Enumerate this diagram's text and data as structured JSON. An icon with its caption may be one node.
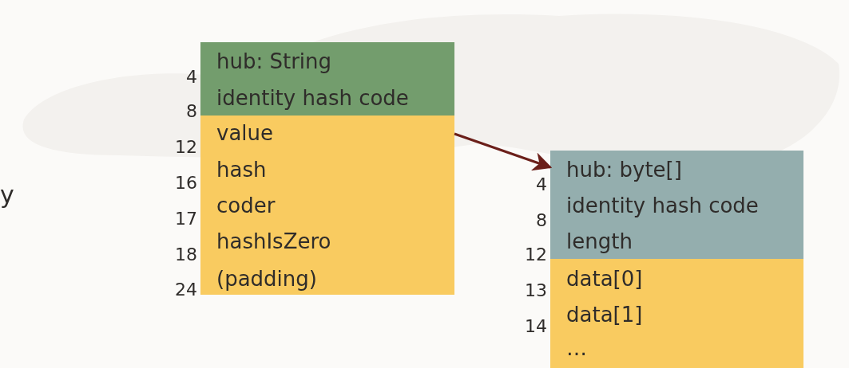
{
  "diagram": {
    "nodes": [
      {
        "text": [
          "hub: String",
          "identity hash code"
        ],
        "beside": [
          "4",
          "8"
        ]
      },
      {
        "text": [
          "value",
          "hash",
          "coder",
          "hashIsZero",
          "(padding)"
        ],
        "beside": [
          "12",
          "16",
          "17",
          "18",
          "24"
        ]
      },
      {
        "text": [
          "hub: byte[]",
          "identity hash code",
          "length"
        ],
        "beside": [
          "4",
          "8",
          "12"
        ]
      },
      {
        "text": [
          "data[0]",
          "data[1]",
          "…"
        ],
        "beside": [
          "13",
          "14"
        ]
      }
    ],
    "edges": [
      {
        "from": 1,
        "to": 2,
        "arrow": "to",
        "color": "#6b1f1a"
      }
    ],
    "labels": [
      "y"
    ]
  }
}
